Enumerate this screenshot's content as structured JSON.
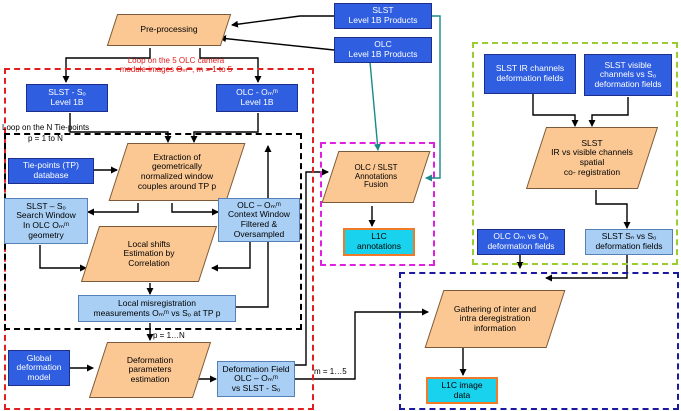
{
  "colors": {
    "dark_box": "#2f5fe0",
    "light_box": "#a9cff5",
    "process": "#fbc894",
    "output": "#19d3ee",
    "red_frame": "#e02020",
    "green_frame": "#9acd32",
    "magenta_frame": "#e020e0",
    "blue_frame": "#1a1aa0",
    "teal_arrow": "#1a8a8a"
  },
  "inputs": {
    "slst": "SLST\nLevel 1B Products",
    "olc": "OLC\nLevel 1B Products"
  },
  "left": {
    "preprocessing": "Pre-processing",
    "loop_camera": "Loop on the 5 OLC camera\nmodule images Oₘᵐ, m = 1 to 5",
    "slst_level1b": "SLST - Sₒ\nLevel 1B",
    "olc_level1b": "OLC - Oₘᵐ\nLevel 1B",
    "loop_tiepoints": "Loop on the N Tie-points",
    "p_range": "p = 1 to N",
    "tiepoints_db": "Tie-points  (TP)\ndatabase",
    "extraction": "Extraction of\ngeometrically\nnormalized window\ncouples around TP p",
    "search_window": "SLST – Sₒ\nSearch Window\nIn OLC Oₘᵐ\ngeometry",
    "context_window": "OLC – Oₘᵐ\nContext Window\nFiltered &\nOversampled",
    "local_shifts": "Local shifts\nEstimation by\nCorrelation",
    "local_misreg": "Local misregistration\nmeasurements Oₘᵐ vs  Sₒ at TP p",
    "p_label": "p = 1…N",
    "global_model": "Global\ndeformation\nmodel",
    "deformation_params": "Deformation\nparameters\nestimation",
    "deformation_field": "Deformation Field\nOLC – Oₘᵐ\nvs SLST - Sₒ",
    "m_label": "m = 1…5"
  },
  "middle": {
    "fusion": "OLC / SLST\nAnnotations\nFusion",
    "l1c_annotations": "L1C\nannotations"
  },
  "right": {
    "ir_fields": "SLST IR channels\ndeformation fields",
    "vis_fields": "SLST visible\nchannels vs  Sₒ\ndeformation fields",
    "coreg": "SLST\nIR vs visible channels\nspatial\nco- registration",
    "olc_fields": "OLC Oₘ vs Oₚ\ndeformation fields",
    "slst_sn_so": "SLST Sₙ vs  Sₒ\ndeformation fields",
    "gathering": "Gathering of  inter and\nintra deregistration\ninformation",
    "l1c_image": "L1C image\ndata"
  }
}
